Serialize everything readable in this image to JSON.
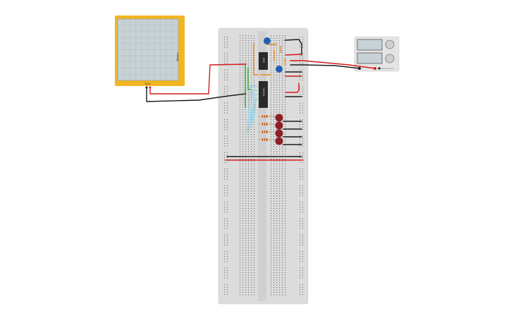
{
  "oscilloscope": {
    "side_label": "Voltage",
    "bottom_label": "Time"
  },
  "power_supply": {
    "label": "Power Supply"
  },
  "chips": {
    "timer": "555",
    "counter": "74HC4"
  },
  "colors": {
    "scope_frame": "#f2b623",
    "scope_screen": "#c7d2d6",
    "breadboard": "#dcdcdc",
    "wire_red": "#d41a1a",
    "wire_black": "#1c1c1c",
    "wire_orange": "#e98a1d",
    "wire_green": "#3aa33a",
    "wire_lightblue": "#8fd3e8",
    "led_red": "#8e1f23",
    "capacitor_blue": "#1f5fb5"
  }
}
